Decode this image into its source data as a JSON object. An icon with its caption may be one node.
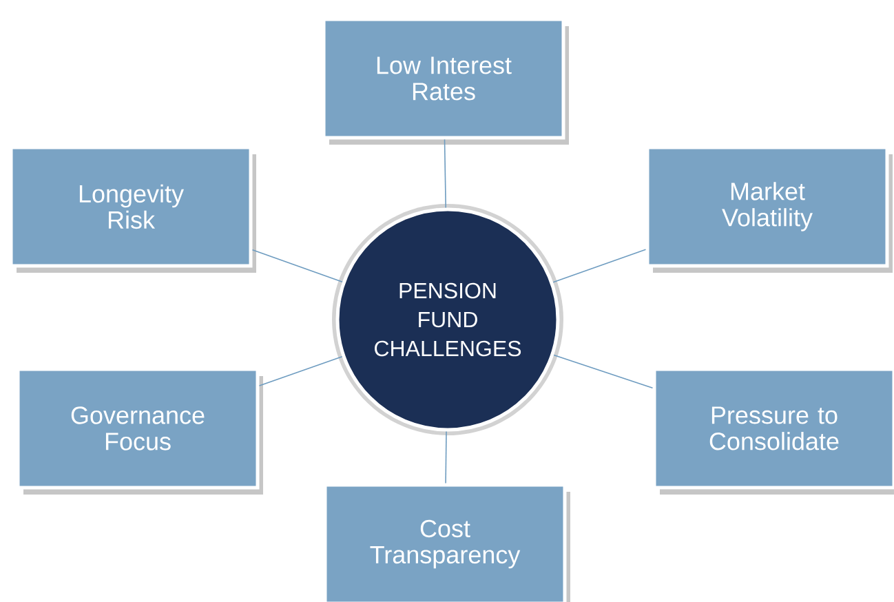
{
  "diagram": {
    "nodes": [
      {
        "text": [
          "Low Interest Rates"
        ]
      },
      {
        "text": [
          "Longevity Risk"
        ]
      },
      {
        "text": [
          "Market Volatility"
        ]
      },
      {
        "text": [
          "PENSION FUND CHALLENGES"
        ]
      },
      {
        "text": [
          "Governance Focus"
        ]
      },
      {
        "text": [
          "Pressure to Consolidate"
        ]
      },
      {
        "text": [
          "Cost Transparency"
        ]
      }
    ],
    "edges": [
      {
        "from": 3,
        "to": 0,
        "arrow": "none"
      },
      {
        "from": 3,
        "to": 1,
        "arrow": "none"
      },
      {
        "from": 3,
        "to": 2,
        "arrow": "none"
      },
      {
        "from": 3,
        "to": 4,
        "arrow": "none"
      },
      {
        "from": 3,
        "to": 5,
        "arrow": "none"
      },
      {
        "from": 3,
        "to": 6,
        "arrow": "none"
      }
    ]
  }
}
